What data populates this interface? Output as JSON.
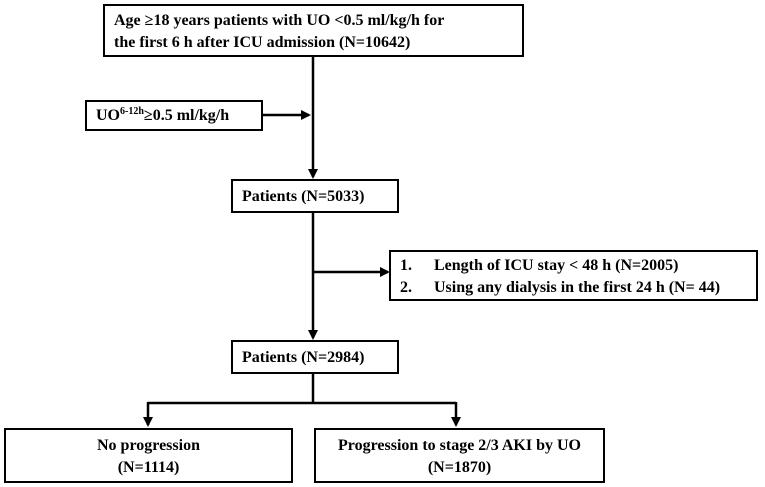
{
  "flowchart": {
    "start_box": {
      "line1": "Age ≥18 years patients with UO <0.5 ml/kg/h for",
      "line2": "the first 6 h after ICU admission  (N=10642)"
    },
    "exclusion1": {
      "prefix": "UO",
      "superscript": "6-12h",
      "suffix": "≥0.5 ml/kg/h"
    },
    "patients1": "Patients (N=5033)",
    "exclusion2": {
      "items": [
        {
          "num": "1.",
          "text": "Length of ICU stay < 48 h (N=2005)"
        },
        {
          "num": "2.",
          "text": "Using any dialysis in the first 24 h (N= 44)"
        }
      ]
    },
    "patients2": "Patients (N=2984)",
    "outcome_left": {
      "line1": "No progression",
      "line2": "(N=1114)"
    },
    "outcome_right": {
      "line1": "Progression to  stage 2/3 AKI by UO",
      "line2": "(N=1870)"
    }
  }
}
